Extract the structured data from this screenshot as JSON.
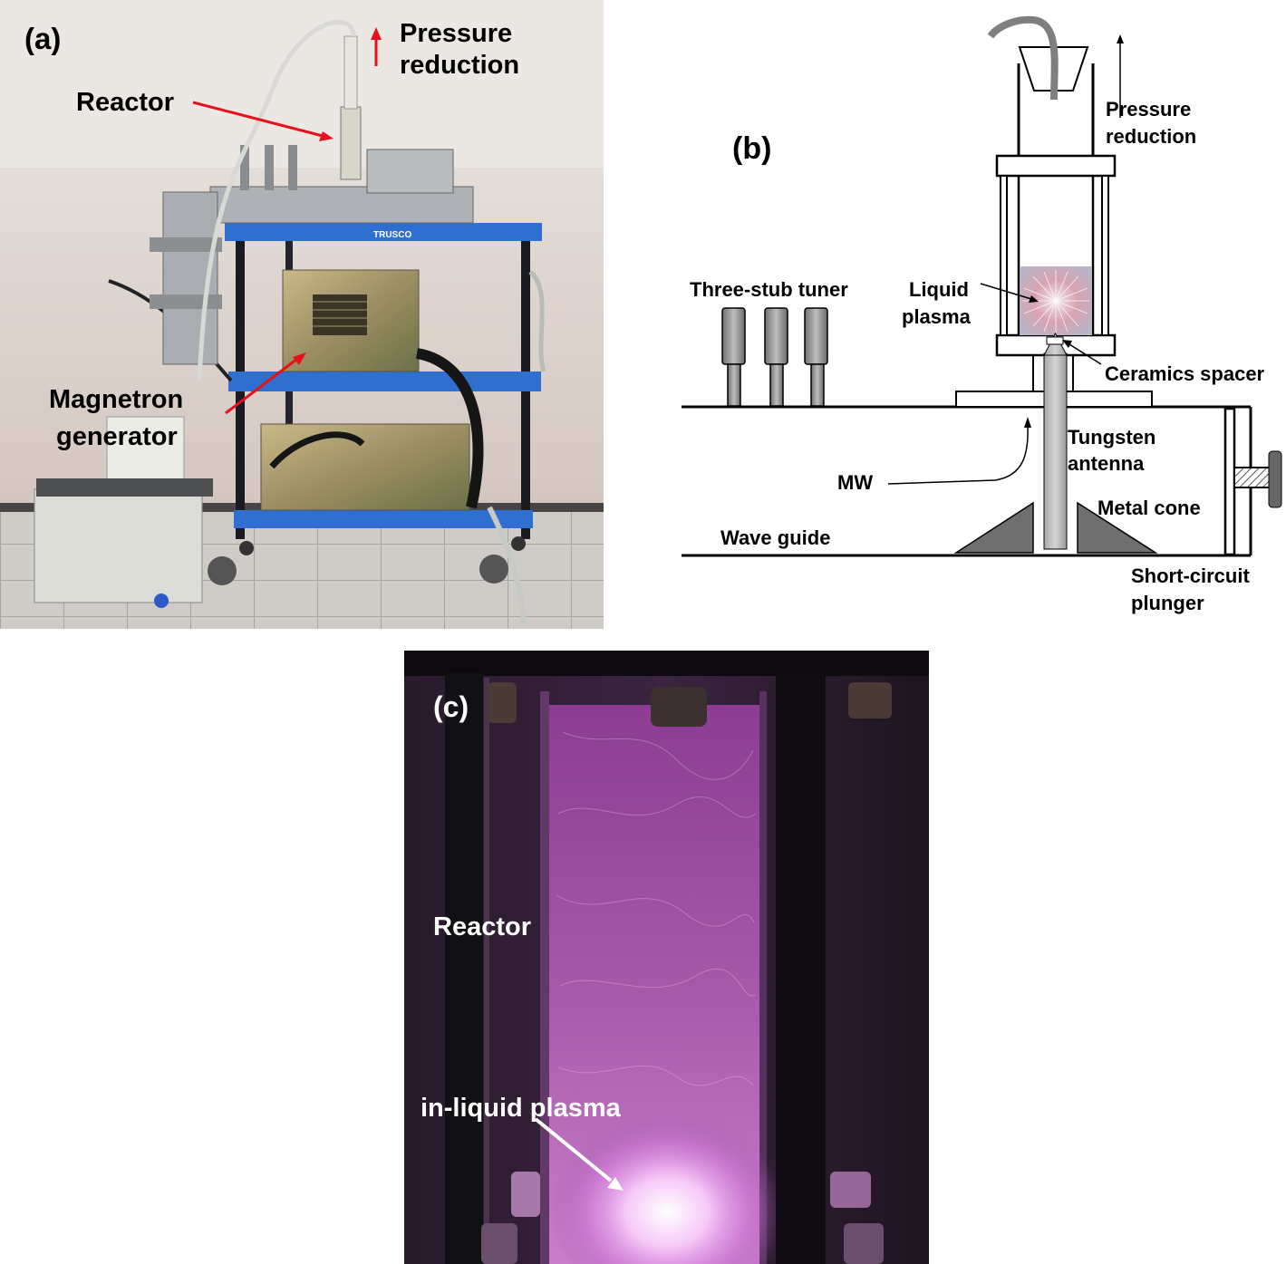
{
  "panel_a": {
    "tag": "(a)",
    "pressure_line1": "Pressure",
    "pressure_line2": "reduction",
    "reactor": "Reactor",
    "magnetron_line1": "Magnetron",
    "magnetron_line2": "generator",
    "cart_brand": "TRUSCO"
  },
  "panel_b": {
    "tag": "(b)",
    "pressure_line1": "Pressure",
    "pressure_line2": "reduction",
    "three_stub": "Three-stub tuner",
    "liquid_line1": "Liquid",
    "liquid_line2": "plasma",
    "ceramics": "Ceramics spacer",
    "tungsten_line1": "Tungsten",
    "tungsten_line2": "antenna",
    "mw": "MW",
    "metal_cone": "Metal cone",
    "wave_guide": "Wave guide",
    "short_line1": "Short-circuit",
    "short_line2": "plunger"
  },
  "panel_c": {
    "tag": "(c)",
    "reactor": "Reactor",
    "plasma": "in-liquid plasma"
  },
  "colors": {
    "arrow_red": "#e8101a",
    "cart_blue": "#2f6fd0",
    "plasma_pink": "#e070e8",
    "wall": "#d9cfc9"
  }
}
